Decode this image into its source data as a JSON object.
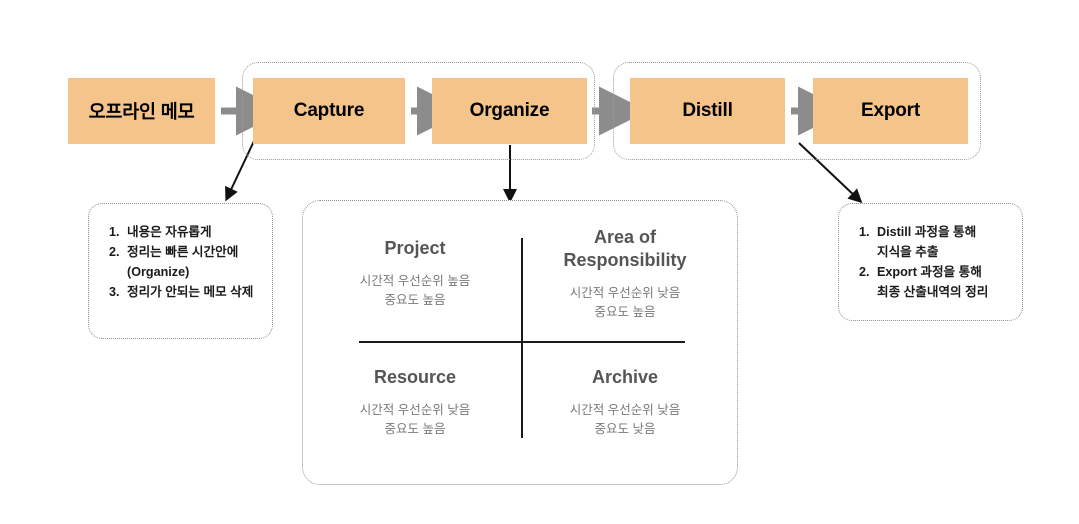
{
  "diagram": {
    "title": "PARA note-taking workflow",
    "colors": {
      "box_fill": "#F4C48A",
      "arrow_gray": "#8C8C8C",
      "arrow_black": "#111111",
      "frame_dotted": "#9A9A9A",
      "quad_title": "#555555",
      "quad_text": "#7A7A7A"
    }
  },
  "flow": {
    "source": {
      "label": "오프라인 메모"
    },
    "groups": [
      {
        "name": "capture-organize-group",
        "steps": [
          {
            "label": "Capture"
          },
          {
            "label": "Organize"
          }
        ]
      },
      {
        "name": "distill-export-group",
        "steps": [
          {
            "label": "Distill"
          },
          {
            "label": "Export"
          }
        ]
      }
    ],
    "arrows": [
      {
        "name": "arrow-source-to-capture",
        "type": "gray-right"
      },
      {
        "name": "arrow-capture-to-organize",
        "type": "gray-right"
      },
      {
        "name": "arrow-organize-to-distill-group",
        "type": "gray-right"
      },
      {
        "name": "arrow-distill-to-export",
        "type": "gray-right"
      },
      {
        "name": "arrow-capture-to-capture-note",
        "type": "black-diagonal"
      },
      {
        "name": "arrow-organize-to-para",
        "type": "black-vertical"
      },
      {
        "name": "arrow-export-to-export-note",
        "type": "black-diagonal"
      }
    ]
  },
  "notes": {
    "capture_note": {
      "items": [
        {
          "text": "내용은 자유롭게"
        },
        {
          "text": "정리는 빠른 시간안에",
          "sub": "(Organize)"
        },
        {
          "text": "정리가 안되는 메모 삭제"
        }
      ]
    },
    "export_note": {
      "items": [
        {
          "text": "Distill 과정을 통해",
          "sub": "지식을 추출"
        },
        {
          "text": "Export 과정을 통해",
          "sub": "최종 산출내역의 정리"
        }
      ]
    }
  },
  "para": {
    "quadrants": [
      {
        "key": "project",
        "title": "Project",
        "line1": "시간적 우선순위 높음",
        "line2": "중요도 높음"
      },
      {
        "key": "area",
        "title": "Area of\nResponsibility",
        "title_line1": "Area of",
        "title_line2": "Responsibility",
        "line1": "시간적 우선순위 낮음",
        "line2": "중요도 높음"
      },
      {
        "key": "resource",
        "title": "Resource",
        "line1": "시간적 우선순위 낮음",
        "line2": "중요도 높음"
      },
      {
        "key": "archive",
        "title": "Archive",
        "line1": "시간적 우선순위 낮음",
        "line2": "중요도 낮음"
      }
    ]
  }
}
